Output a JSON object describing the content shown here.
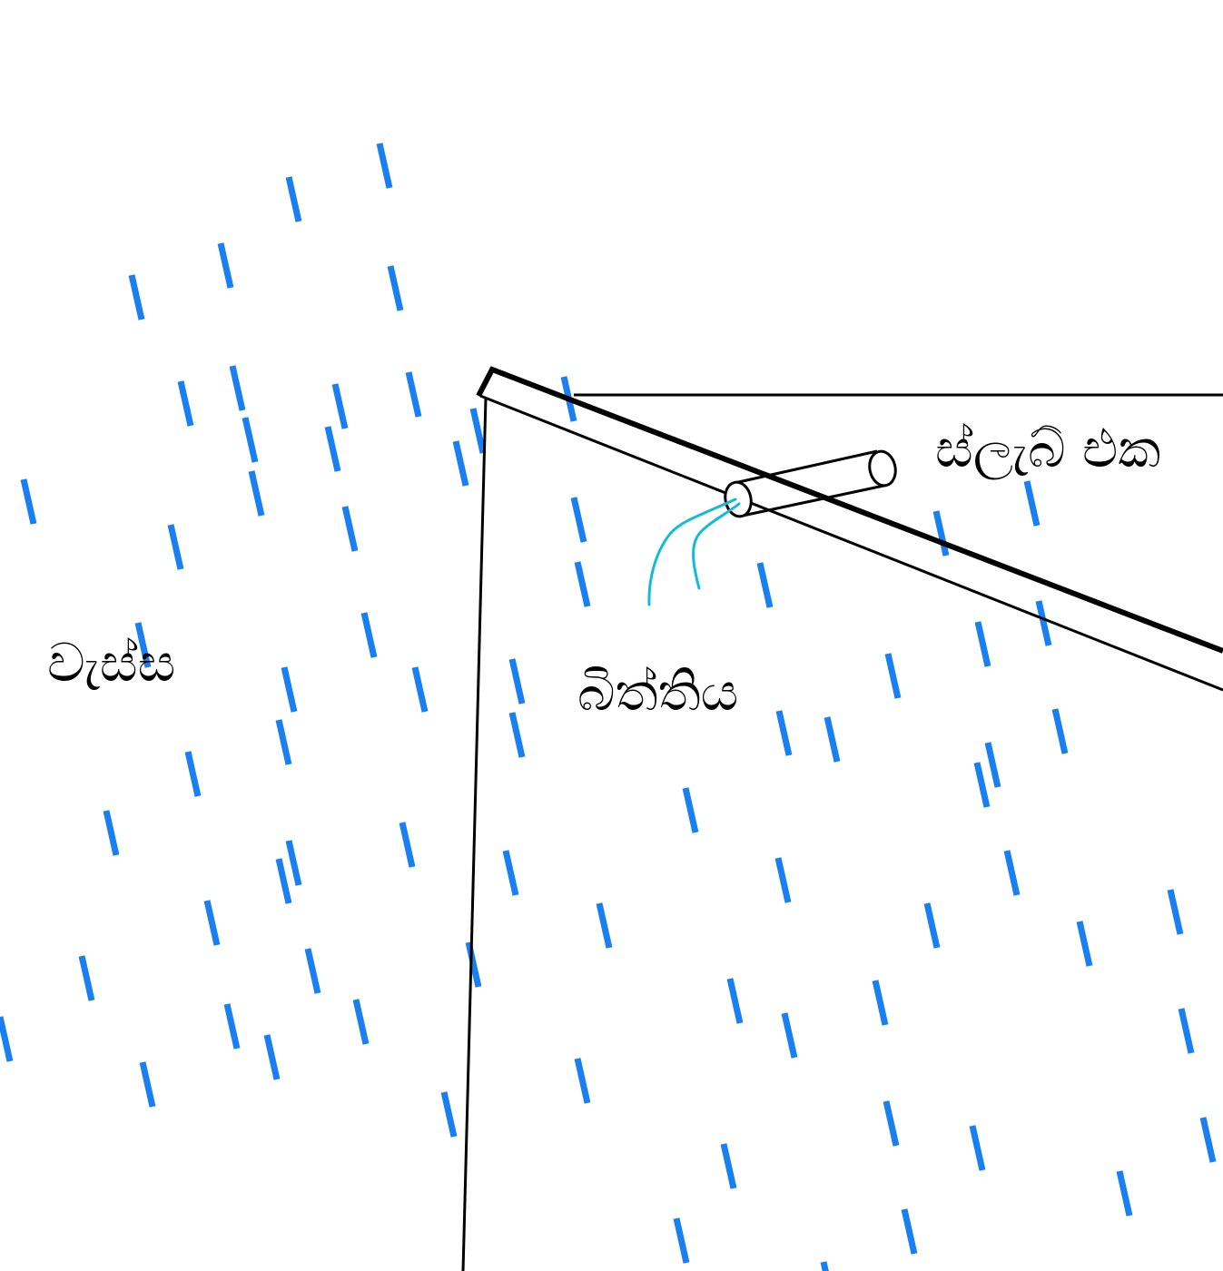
{
  "labels": {
    "rain": "වැස්ස",
    "wall": "බිත්තිය",
    "slab": "ස්ලැබ් එක"
  },
  "colors": {
    "rain": "#1a7ff0",
    "water": "#12bcd8",
    "line": "#000000",
    "background": "#ffffff"
  },
  "elements": [
    "rain-streaks",
    "wall-outline",
    "roof-slab",
    "drain-pipe",
    "water-drip"
  ]
}
